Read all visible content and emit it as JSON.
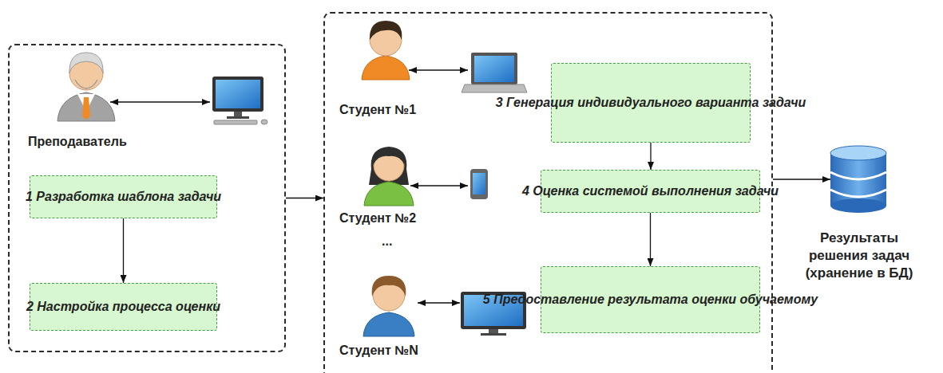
{
  "diagram": {
    "nodes": [
      {
        "text": [
          "Преподаватель"
        ]
      },
      {
        "text": [
          "1 Разработка шаблона задачи"
        ],
        "in": 0
      },
      {
        "text": [
          "2 Настройка процесса оценки"
        ],
        "in": 0
      },
      {
        "text": [
          "Студент №1",
          "Студент №2",
          "...",
          "Студент №N"
        ]
      },
      {
        "text": [
          "3 Генерация индивидуального варианта задачи"
        ],
        "in": 3
      },
      {
        "text": [
          "4 Оценка системой выполнения задачи"
        ],
        "in": 3
      },
      {
        "text": [
          "5 Предоставление результата оценки обучаемому"
        ],
        "in": 3
      },
      {
        "text": [
          "Результаты решения задач (хранение в БД)"
        ]
      }
    ],
    "edges": [
      {
        "from": 1,
        "to": 2,
        "arrow": "to"
      },
      {
        "from": 0,
        "to": 3,
        "arrow": "to"
      },
      {
        "from": 4,
        "to": 5,
        "arrow": "to"
      },
      {
        "from": 5,
        "to": 6,
        "arrow": "to"
      },
      {
        "from": 3,
        "to": 7,
        "arrow": "to"
      }
    ]
  }
}
